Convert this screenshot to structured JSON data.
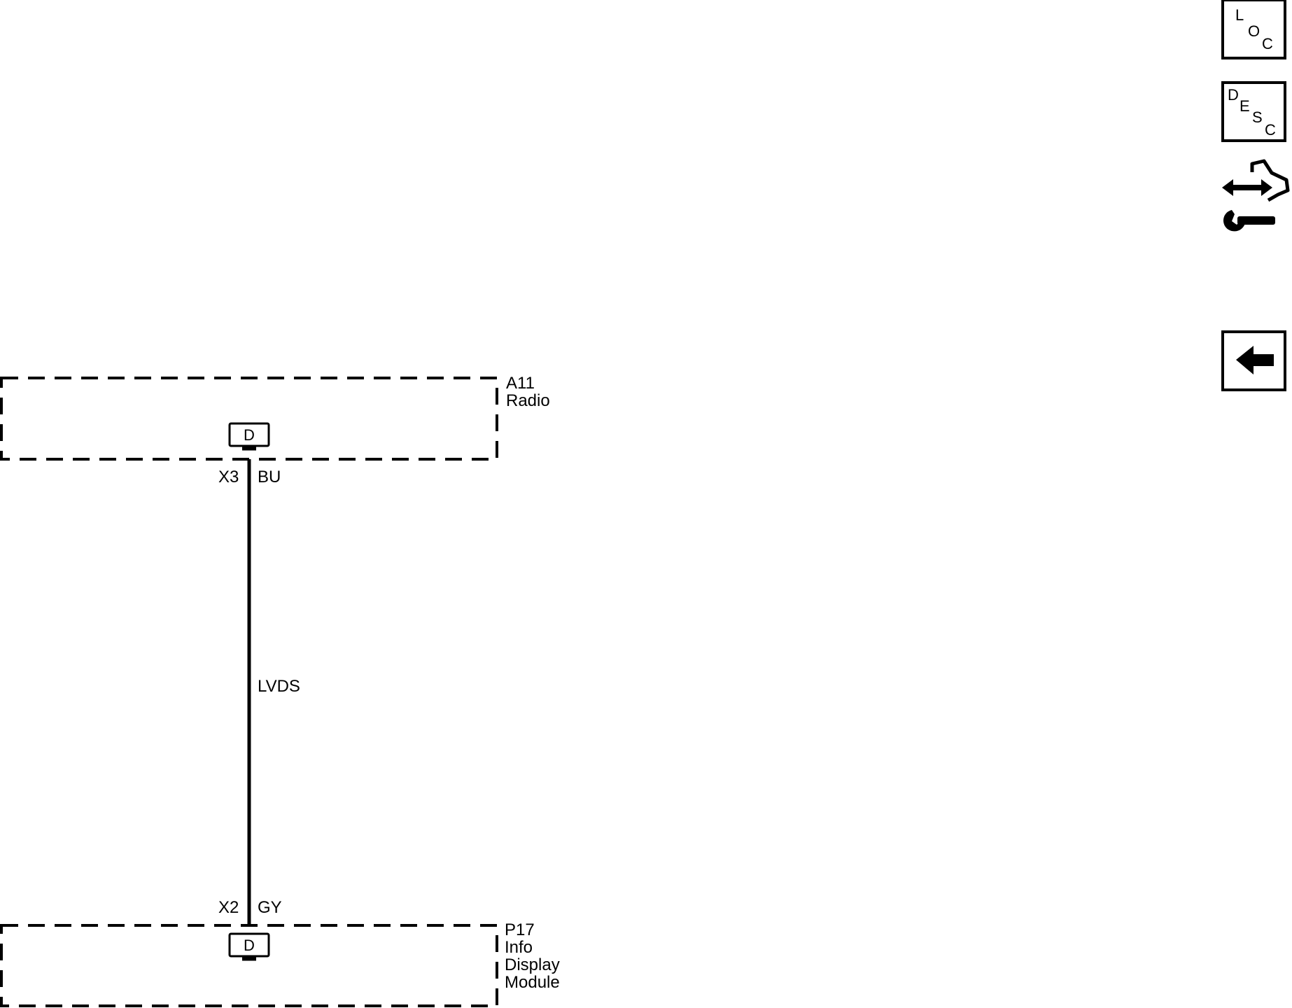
{
  "modules": {
    "radio": {
      "id": "A11",
      "name": "Radio",
      "connector": "X3",
      "wire_color": "BU",
      "symbol_letter": "D"
    },
    "display": {
      "id": "P17",
      "name_lines": [
        "Info",
        "Display",
        "Module"
      ],
      "connector": "X2",
      "wire_color": "GY",
      "symbol_letter": "D"
    }
  },
  "wire": {
    "signal": "LVDS"
  },
  "nav_icons": {
    "loc": {
      "icon": "loc-icon",
      "letters": [
        "L",
        "O",
        "C"
      ]
    },
    "desc": {
      "icon": "desc-icon",
      "letters": [
        "D",
        "E",
        "S",
        "C"
      ]
    },
    "connector_repair": {
      "icon": "connector-repair-icon"
    },
    "back": {
      "icon": "back-arrow-icon"
    }
  },
  "colors": {
    "ink": "#000000",
    "background": "#ffffff"
  }
}
